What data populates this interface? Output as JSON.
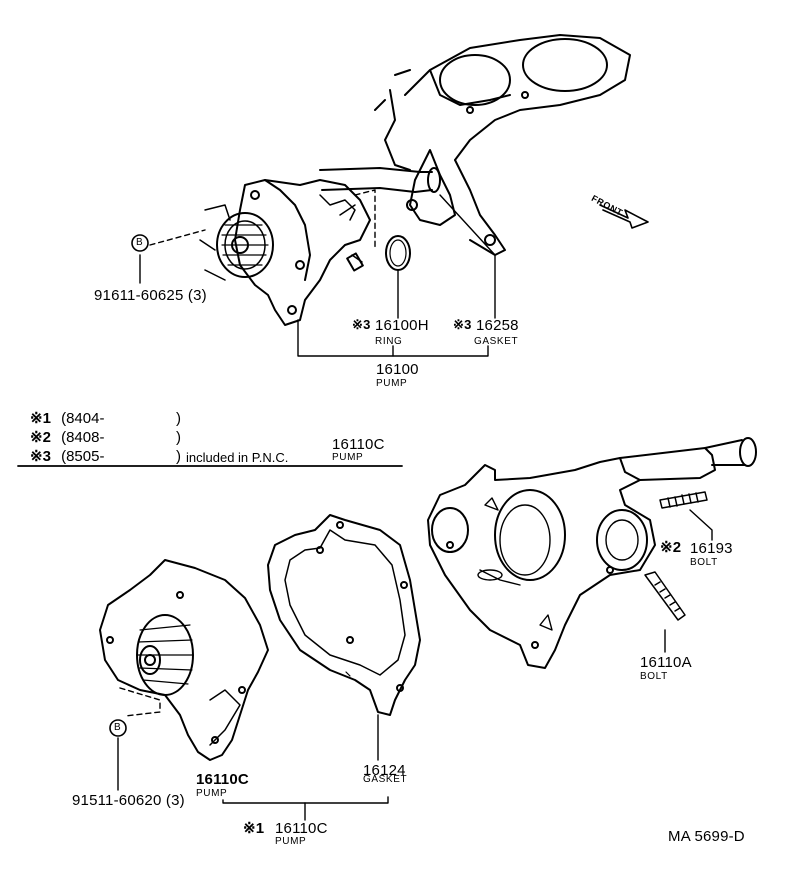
{
  "callouts": {
    "bolt_top": {
      "part": "91611-60625 (3)",
      "marker": "B"
    },
    "ring": {
      "mark": "※3",
      "part": "16100H",
      "name": "RING"
    },
    "gasket_top": {
      "mark": "※3",
      "part": "16258",
      "name": "GASKET"
    },
    "pump_top": {
      "part": "16100",
      "name": "PUMP"
    },
    "bolt_stud": {
      "mark": "※2",
      "part": "16193",
      "name": "BOLT"
    },
    "bolt_a": {
      "part": "16110A",
      "name": "BOLT"
    },
    "gasket_bottom": {
      "part": "16124",
      "name": "GASKET"
    },
    "pump_bottom": {
      "part": "16110C",
      "name": "PUMP"
    },
    "pump_assy": {
      "mark": "※1",
      "part": "16110C",
      "name": "PUMP"
    },
    "bolt_bottom": {
      "part": "91511-60620 (3)",
      "marker": "B"
    }
  },
  "legend": {
    "rows": [
      {
        "mark": "※1",
        "text": "(8404-",
        "close": ")"
      },
      {
        "mark": "※2",
        "text": "(8408-",
        "close": ")"
      },
      {
        "mark": "※3",
        "text": "(8505-",
        "close": ")",
        "note": "included in P.N.C.",
        "pnc": "16110C",
        "pnc_name": "PUMP"
      }
    ]
  },
  "front_label": "FRONT",
  "drawing_id": "MA 5699-D"
}
